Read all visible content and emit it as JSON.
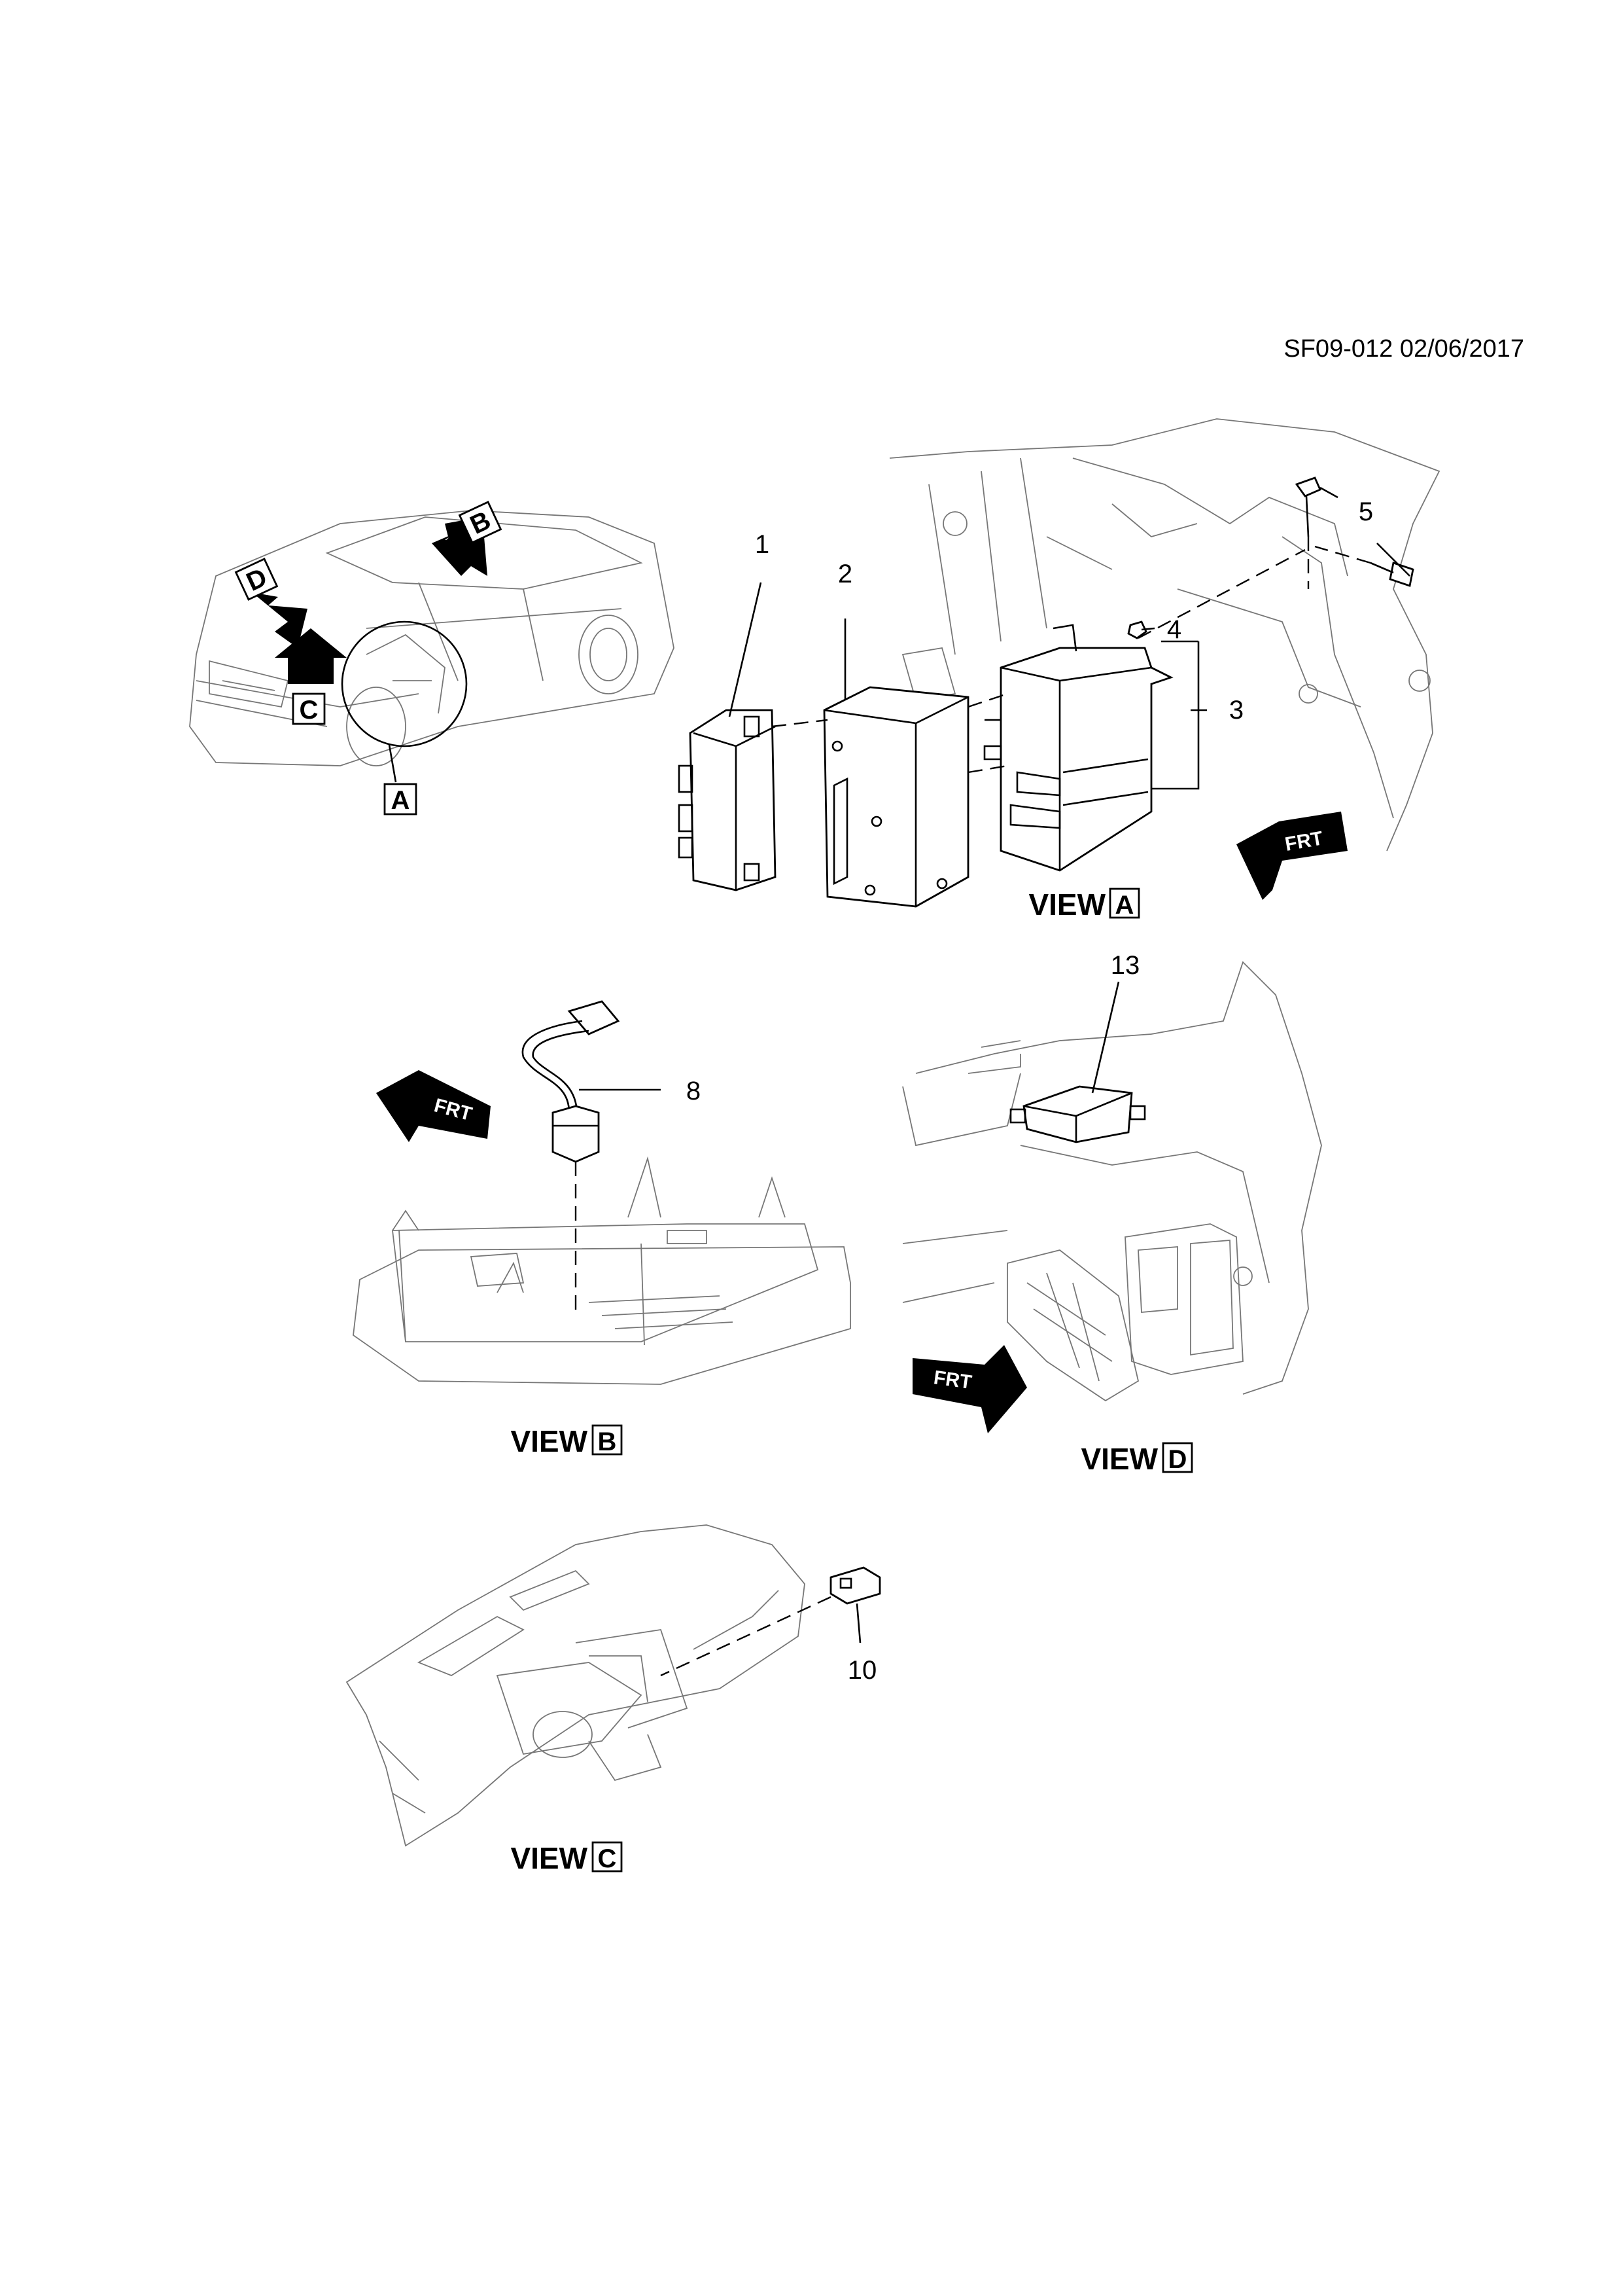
{
  "header": {
    "reference": "SF09-012 02/06/2017"
  },
  "callouts": {
    "c1": "1",
    "c2": "2",
    "c3": "3",
    "c4": "4",
    "c5": "5",
    "c8": "8",
    "c10": "10",
    "c13": "13"
  },
  "view_letters": {
    "a": "A",
    "b": "B",
    "c": "C",
    "d": "D"
  },
  "views": {
    "word": "VIEW"
  },
  "direction_marker": {
    "label": "FRT"
  },
  "icons": [
    "front-direction-arrow-icon",
    "view-direction-arrow-icon"
  ]
}
